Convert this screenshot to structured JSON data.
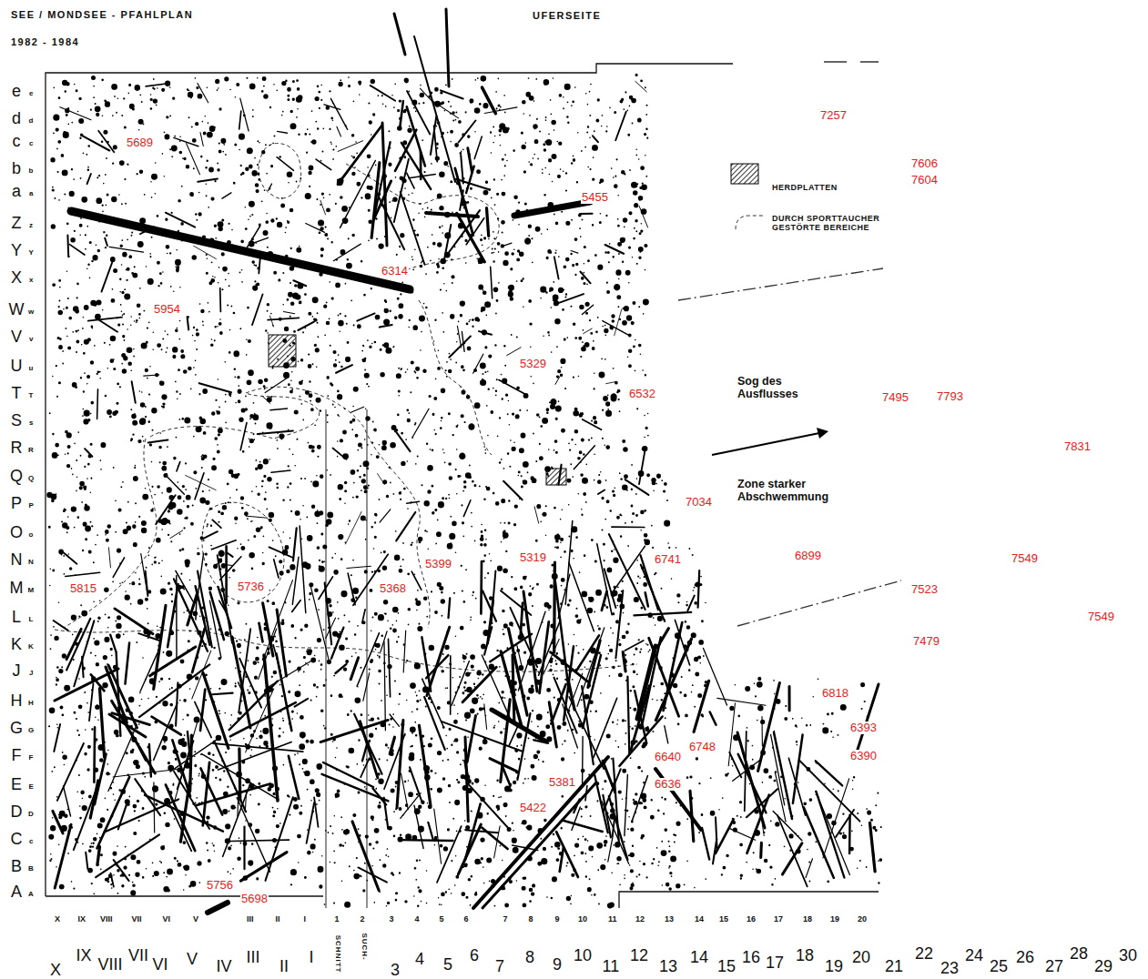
{
  "diagram": {
    "title": "SEE / MONDSEE - PFAHLPLAN",
    "labels": [
      "1982 - 1984",
      "UFERSEITE",
      "e",
      "e",
      "d",
      "d",
      "c",
      "c",
      "b",
      "b",
      "a",
      "a",
      "Z",
      "z",
      "Y",
      "Y",
      "X",
      "x",
      "W",
      "w",
      "V",
      "v",
      "U",
      "u",
      "T",
      "T",
      "S",
      "s",
      "R",
      "R",
      "Q",
      "Q",
      "P",
      "P",
      "O",
      "o",
      "N",
      "N",
      "M",
      "M",
      "L",
      "L",
      "K",
      "K",
      "J",
      "J",
      "H",
      "H",
      "G",
      "G",
      "F",
      "F",
      "E",
      "E",
      "D",
      "D",
      "C",
      "c",
      "B",
      "B",
      "A",
      "A",
      "X",
      "IX",
      "VIII",
      "VII",
      "VI",
      "V",
      "III",
      "II",
      "I",
      "1",
      "2",
      "3",
      "4",
      "5",
      "6",
      "7",
      "8",
      "9",
      "10",
      "11",
      "12",
      "13",
      "14",
      "15",
      "16",
      "17",
      "18",
      "19",
      "20",
      "SCHNITT",
      "SUCH-",
      "X",
      "IX",
      "VIII",
      "VII",
      "VI",
      "V",
      "IV",
      "III",
      "II",
      "I",
      "3",
      "4",
      "5",
      "6",
      "7",
      "8",
      "9",
      "10",
      "11",
      "12",
      "13",
      "14",
      "15",
      "16",
      "17",
      "18",
      "19",
      "20",
      "21",
      "22",
      "23",
      "24",
      "25",
      "26",
      "27",
      "28",
      "29",
      "30",
      "5689",
      "7257",
      "7606",
      "7604",
      "5455",
      "6314",
      "5954",
      "5329",
      "6532",
      "7495",
      "7793",
      "7831",
      "7034",
      "5319",
      "5399",
      "6741",
      "6899",
      "7549",
      "5815",
      "5736",
      "5368",
      "7523",
      "7549",
      "7479",
      "6818",
      "6393",
      "6748",
      "6640",
      "6390",
      "6636",
      "5381",
      "5422",
      "5756",
      "5698",
      "Sog des Ausflusses",
      "Zone starker Abschwemmung"
    ],
    "legend": [
      {
        "text": "HERDPLATTEN"
      },
      {
        "text": "DURCH SPORTTAUCHER GESTÖRTE BEREICHE"
      }
    ]
  }
}
